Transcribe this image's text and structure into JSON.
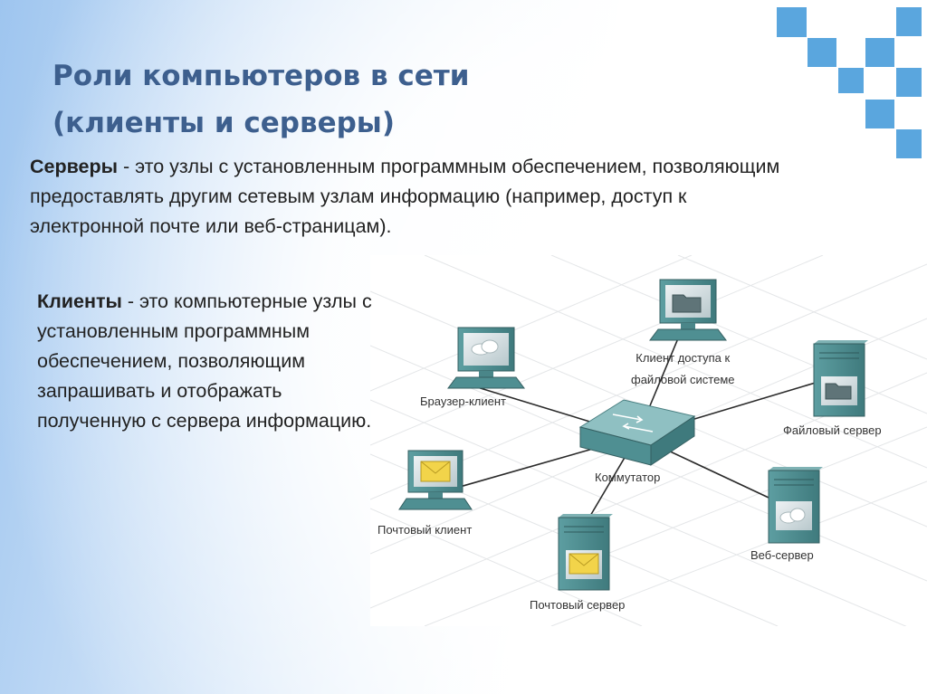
{
  "title": {
    "line1": "Роли компьютеров в сети",
    "line2": "(клиенты и серверы)"
  },
  "servers_para": {
    "term": "Серверы",
    "text": " - это узлы с установленным программным обеспечением, позволяющим предоставлять другим сетевым узлам информацию (например, доступ к электронной почте или веб-страницам)."
  },
  "clients_para": {
    "term": "Клиенты",
    "text": " - это компьютерные узлы с установленным программным обеспечением, позволяющим запрашивать и отображать полученную с сервера информацию."
  },
  "diagram": {
    "switch_label": "Коммутатор",
    "nodes": {
      "browser_client": "Браузер-клиент",
      "file_client_line1": "Клиент доступа к",
      "file_client_line2": "файловой системе",
      "file_server": "Файловый сервер",
      "mail_client": "Почтовый клиент",
      "mail_server": "Почтовый сервер",
      "web_server": "Веб-сервер"
    }
  },
  "colors": {
    "title": "#3d5f8e",
    "accent_squares": "#5aa6de",
    "device_body": "#4f8f92",
    "envelope": "#f2d44a"
  }
}
